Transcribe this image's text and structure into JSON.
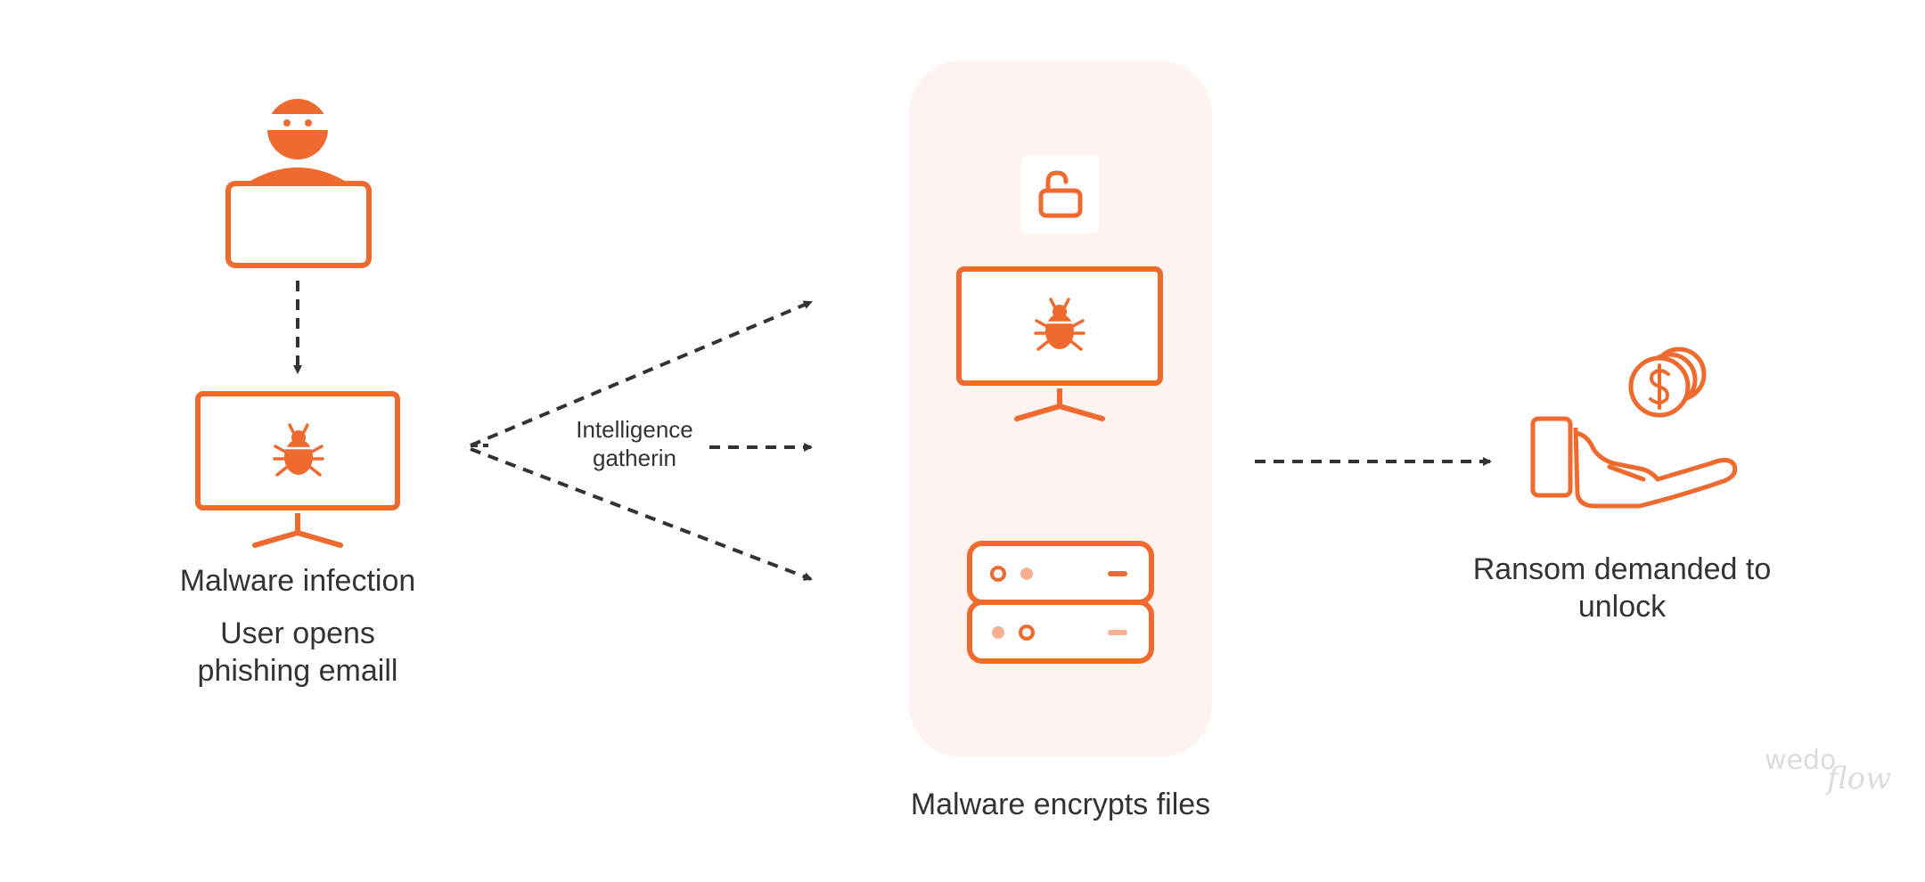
{
  "colors": {
    "accent": "#EE6A2E",
    "accent_light": "#F6B08E",
    "panel_bg": "#FFF3F1",
    "arrow": "#333333",
    "text": "#333333"
  },
  "stages": {
    "infection": {
      "title": "Malware infection",
      "subtitle_line1": "User opens",
      "subtitle_line2": "phishing emaill"
    },
    "intel": {
      "line1": "Intelligence",
      "line2": "gatherin"
    },
    "encrypt": {
      "title": "Malware encrypts files"
    },
    "ransom": {
      "line1": "Ransom demanded to",
      "line2": "unlock"
    }
  },
  "icons": [
    "hacker-icon",
    "infected-monitor-icon",
    "unlock-icon",
    "infected-monitor-icon",
    "server-icon",
    "hand-coins-icon"
  ],
  "watermark": {
    "line1": "wedo",
    "line2": "flow"
  }
}
